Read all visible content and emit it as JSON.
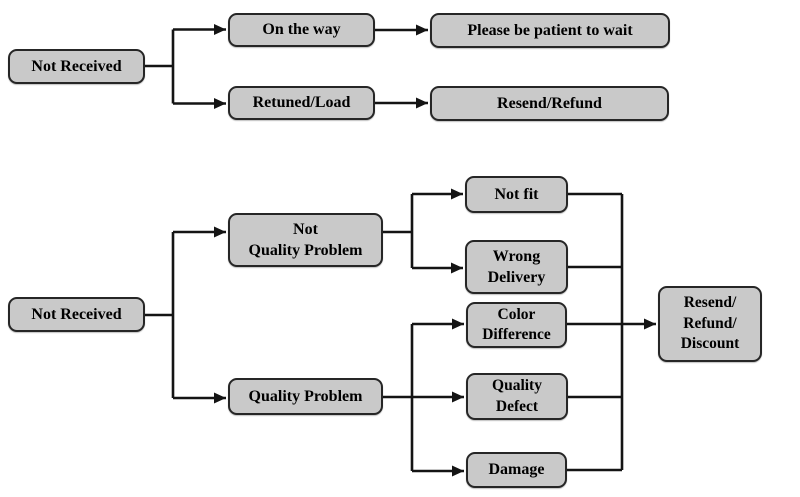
{
  "style": {
    "background": "#ffffff",
    "node_fill": "#c9c9c9",
    "node_border": "#262626",
    "line_color": "#141414",
    "text_color": "#000000"
  },
  "flow_top": {
    "nodes": {
      "not_received": "Not Received",
      "on_the_way": "On the way",
      "retuned_load": "Retuned/Load",
      "be_patient": "Please be patient to wait",
      "resend_refund": "Resend/Refund"
    },
    "edges": [
      {
        "from": "Not Received",
        "to": "On the way"
      },
      {
        "from": "Not Received",
        "to": "Retuned/Load"
      },
      {
        "from": "On the way",
        "to": "Please be patient to wait"
      },
      {
        "from": "Retuned/Load",
        "to": "Resend/Refund"
      }
    ]
  },
  "flow_bottom": {
    "nodes": {
      "not_received": "Not Received",
      "not_quality_problem": "Not\nQuality Problem",
      "quality_problem": "Quality Problem",
      "not_fit": "Not fit",
      "wrong_delivery": "Wrong\nDelivery",
      "color_difference": "Color\nDifference",
      "quality_defect": "Quality\nDefect",
      "damage": "Damage",
      "resend_refund_discount": "Resend/\nRefund/\nDiscount"
    },
    "edges": [
      {
        "from": "Not Received",
        "to": "Not Quality Problem"
      },
      {
        "from": "Not Received",
        "to": "Quality Problem"
      },
      {
        "from": "Not Quality Problem",
        "to": "Not fit"
      },
      {
        "from": "Not Quality Problem",
        "to": "Wrong Delivery"
      },
      {
        "from": "Quality Problem",
        "to": "Color Difference"
      },
      {
        "from": "Quality Problem",
        "to": "Quality Defect"
      },
      {
        "from": "Quality Problem",
        "to": "Damage"
      },
      {
        "from": "Not fit",
        "to": "Resend/Refund/Discount"
      },
      {
        "from": "Wrong Delivery",
        "to": "Resend/Refund/Discount"
      },
      {
        "from": "Color Difference",
        "to": "Resend/Refund/Discount"
      },
      {
        "from": "Quality Defect",
        "to": "Resend/Refund/Discount"
      },
      {
        "from": "Damage",
        "to": "Resend/Refund/Discount"
      }
    ]
  }
}
